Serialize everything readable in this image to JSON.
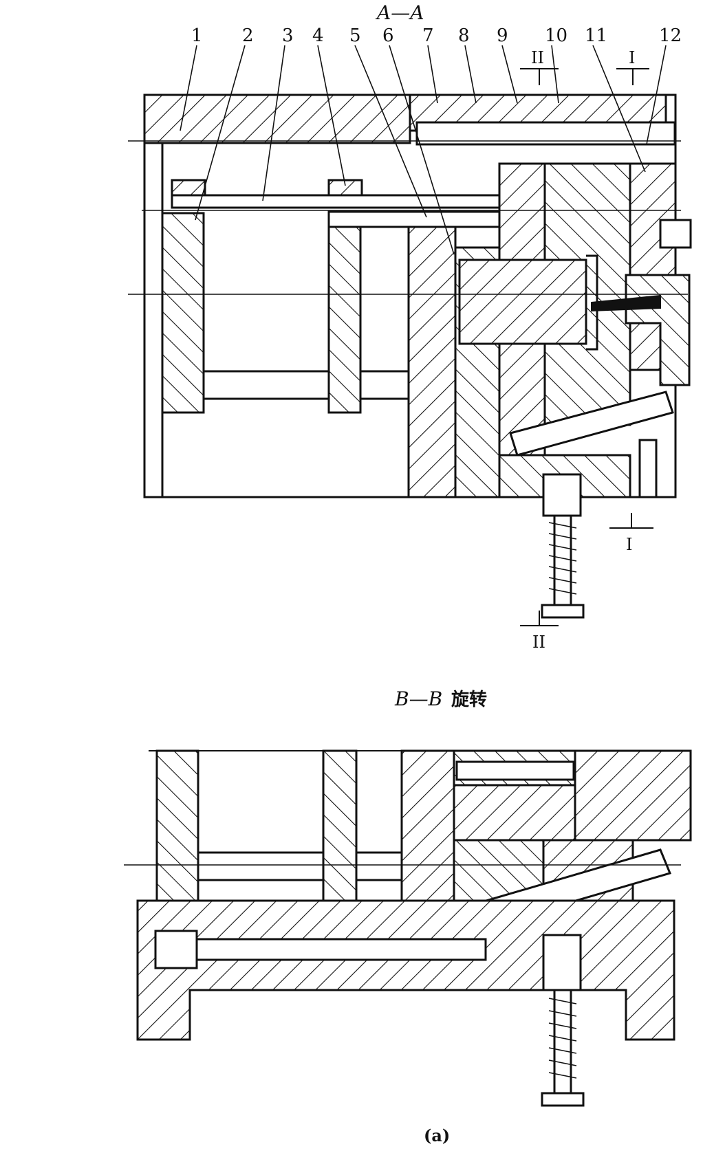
{
  "section_aa": {
    "title": "A—A",
    "part_labels": [
      "1",
      "2",
      "3",
      "4",
      "5",
      "6",
      "7",
      "8",
      "9",
      "10",
      "11",
      "12"
    ],
    "section_marks": {
      "mark_1_top": "I",
      "mark_2_top": "II",
      "mark_1_bottom": "I",
      "mark_2_bottom": "II"
    }
  },
  "section_bb": {
    "title_letters": "B—B",
    "title_suffix": "旋转"
  },
  "caption": "(a)"
}
